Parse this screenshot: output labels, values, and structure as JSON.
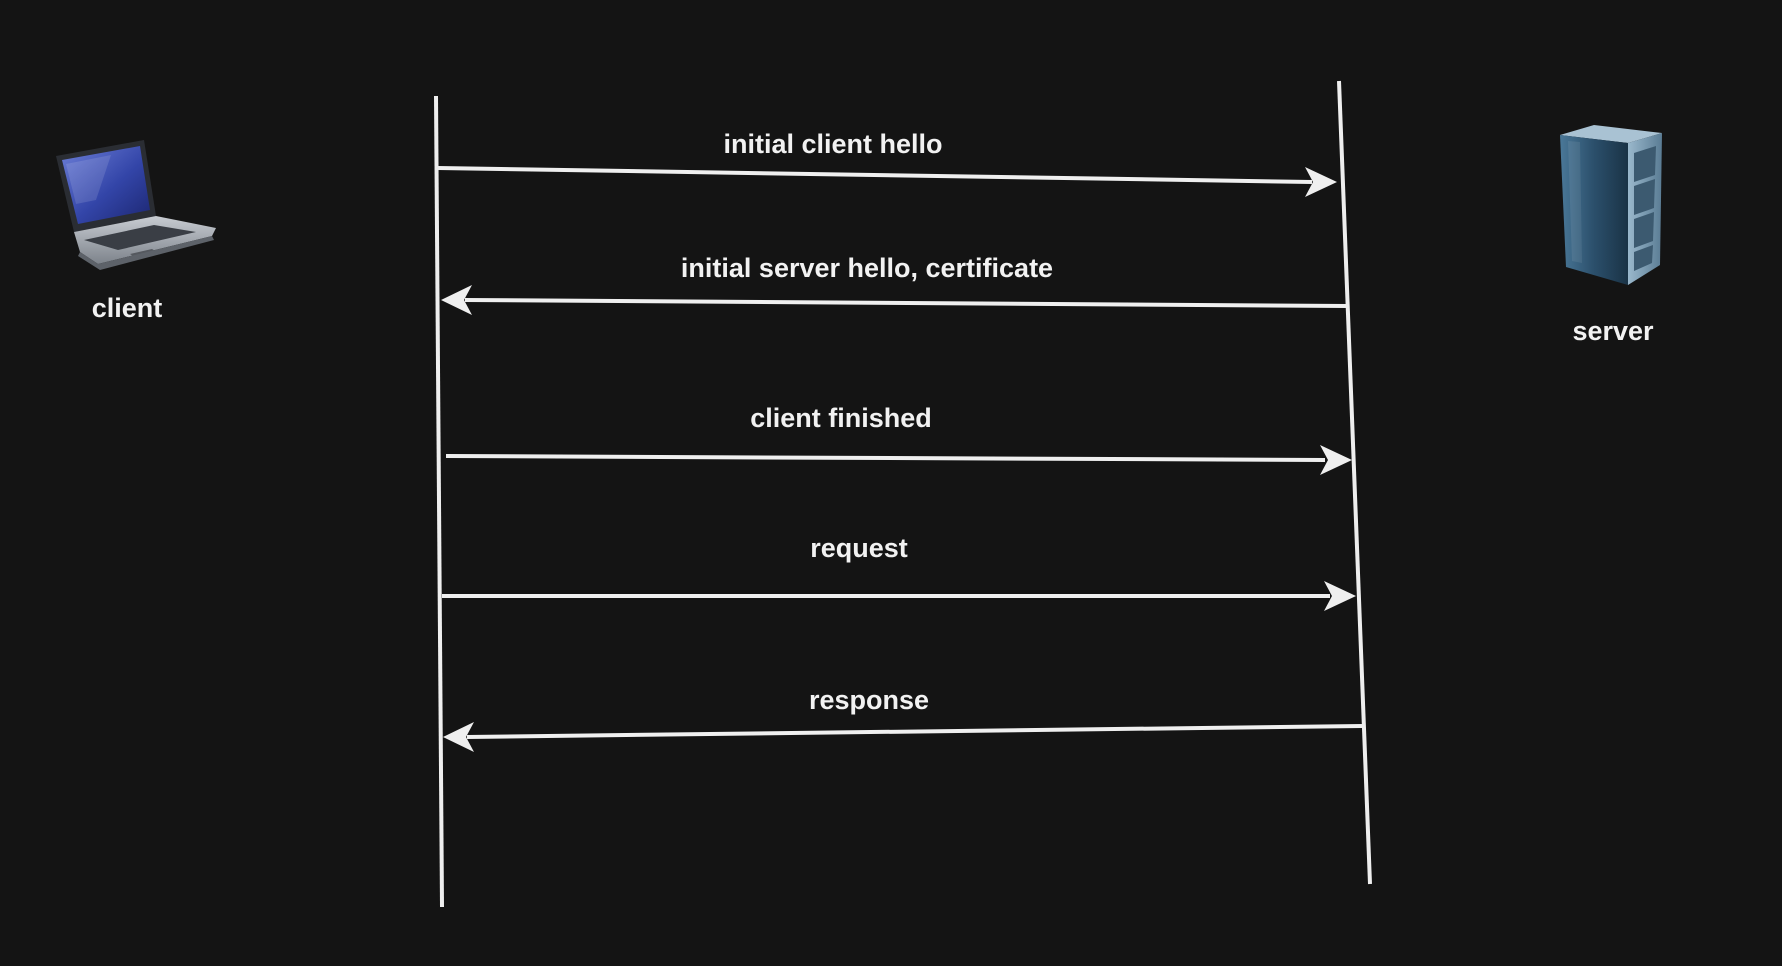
{
  "participants": {
    "client": {
      "label": "client",
      "icon": "laptop-icon"
    },
    "server": {
      "label": "server",
      "icon": "server-rack-icon"
    }
  },
  "messages": [
    {
      "label": "initial client hello",
      "direction": "client-to-server"
    },
    {
      "label": "initial server hello, certificate",
      "direction": "server-to-client"
    },
    {
      "label": "client finished",
      "direction": "client-to-server"
    },
    {
      "label": "request",
      "direction": "client-to-server"
    },
    {
      "label": "response",
      "direction": "server-to-client"
    }
  ],
  "colors": {
    "background": "#141414",
    "line": "#efefef",
    "text": "#f2f2f2"
  }
}
